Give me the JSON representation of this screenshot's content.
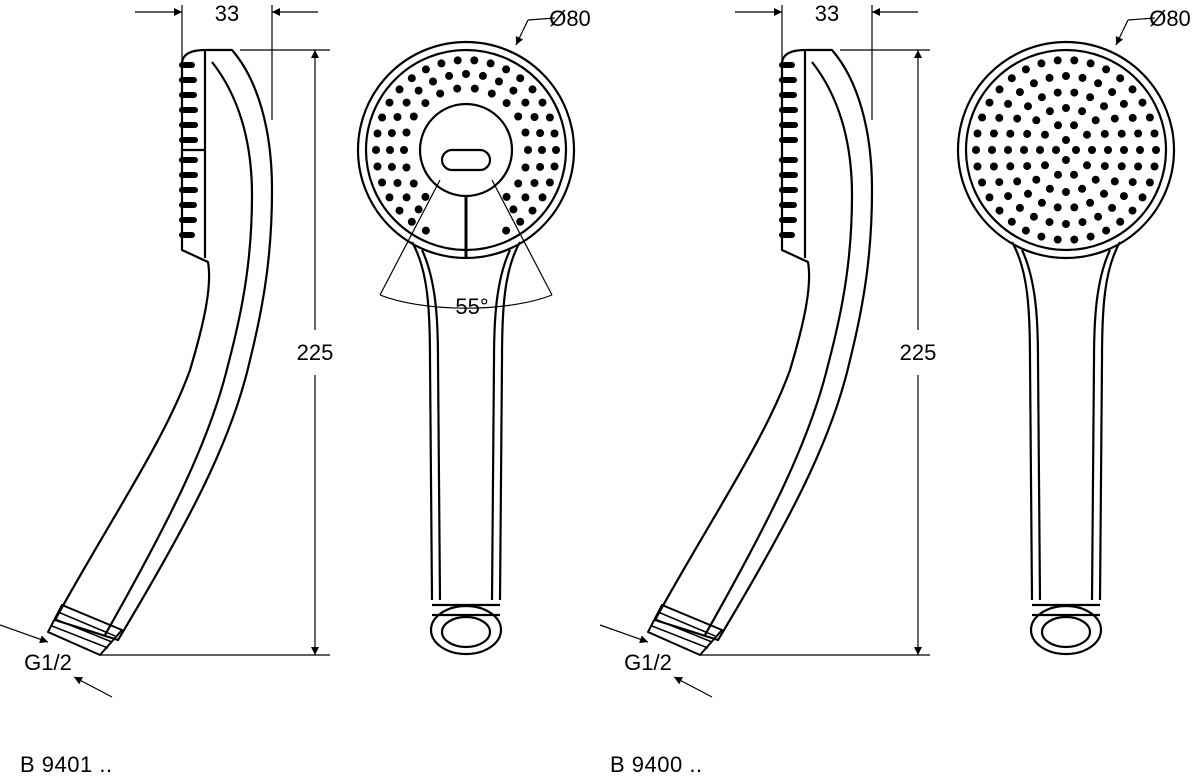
{
  "models": [
    {
      "code": "B 9401 ..",
      "width": "33",
      "height": "225",
      "diameter": "Ø80",
      "angle": "55°",
      "thread": "G1/2"
    },
    {
      "code": "B 9400 ..",
      "width": "33",
      "height": "225",
      "diameter": "Ø80",
      "thread": "G1/2"
    }
  ]
}
